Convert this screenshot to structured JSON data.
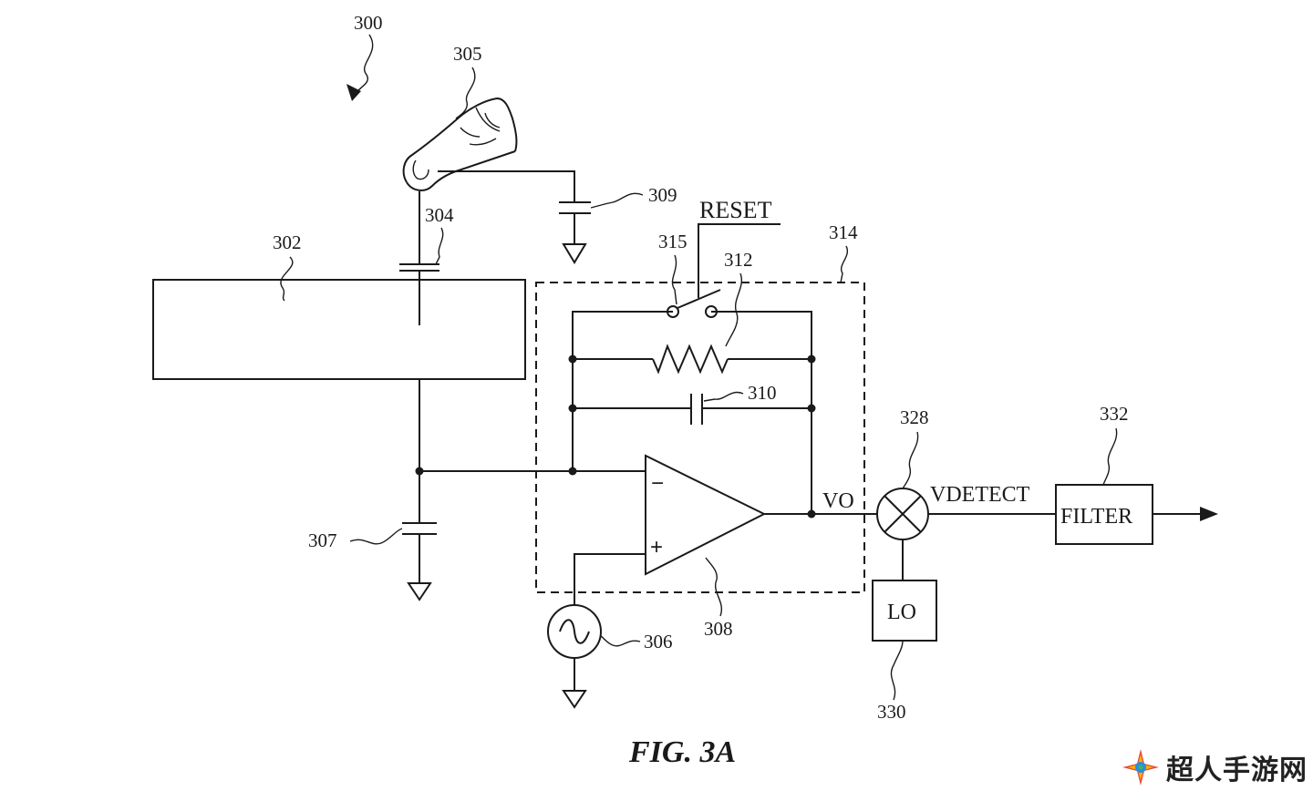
{
  "refs": {
    "r300": "300",
    "r305": "305",
    "r309": "309",
    "r304": "304",
    "r302": "302",
    "r315": "315",
    "r312": "312",
    "r314": "314",
    "r310": "310",
    "r328": "328",
    "r332": "332",
    "r307": "307",
    "r306": "306",
    "r308": "308",
    "r330": "330"
  },
  "labels": {
    "reset": "RESET",
    "vo": "VO",
    "vdetect": "VDETECT",
    "filter": "FILTER",
    "lo": "LO",
    "minus": "−",
    "plus": "+"
  },
  "caption": "FIG. 3A",
  "watermark": {
    "text": "超人手游网",
    "icon": "colorful-star-logo-icon"
  },
  "colors": {
    "ink": "#1a1a1a",
    "background": "#ffffff"
  }
}
